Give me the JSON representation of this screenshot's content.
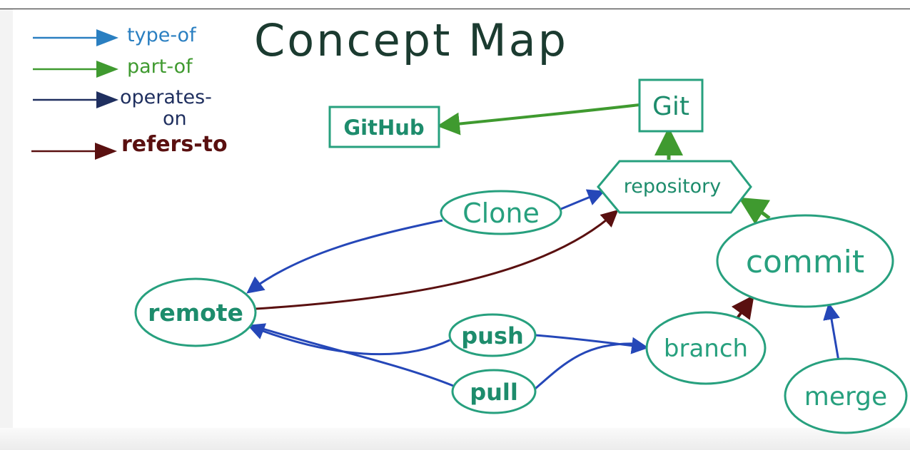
{
  "title": "Concept Map",
  "legend": [
    {
      "label": "type-of",
      "color": "#2a7fc1"
    },
    {
      "label": "part-of",
      "color": "#3f9a2f"
    },
    {
      "label": "operates-\non",
      "color": "#1f2f5f"
    },
    {
      "label": "refers-to",
      "color": "#5a1010"
    }
  ],
  "nodes": {
    "github": "GitHub",
    "git": "Git",
    "repository": "repository",
    "clone": "Clone",
    "commit": "commit",
    "remote": "remote",
    "push": "push",
    "pull": "pull",
    "branch": "branch",
    "merge": "merge"
  },
  "colors": {
    "node_stroke": "#27a07e",
    "node_text": "#1d8c6c",
    "title": "#1b3b30",
    "type_of": "#2a7fc1",
    "part_of": "#3f9a2f",
    "operates_on": "#2547b8",
    "refers_to": "#5a1010"
  }
}
